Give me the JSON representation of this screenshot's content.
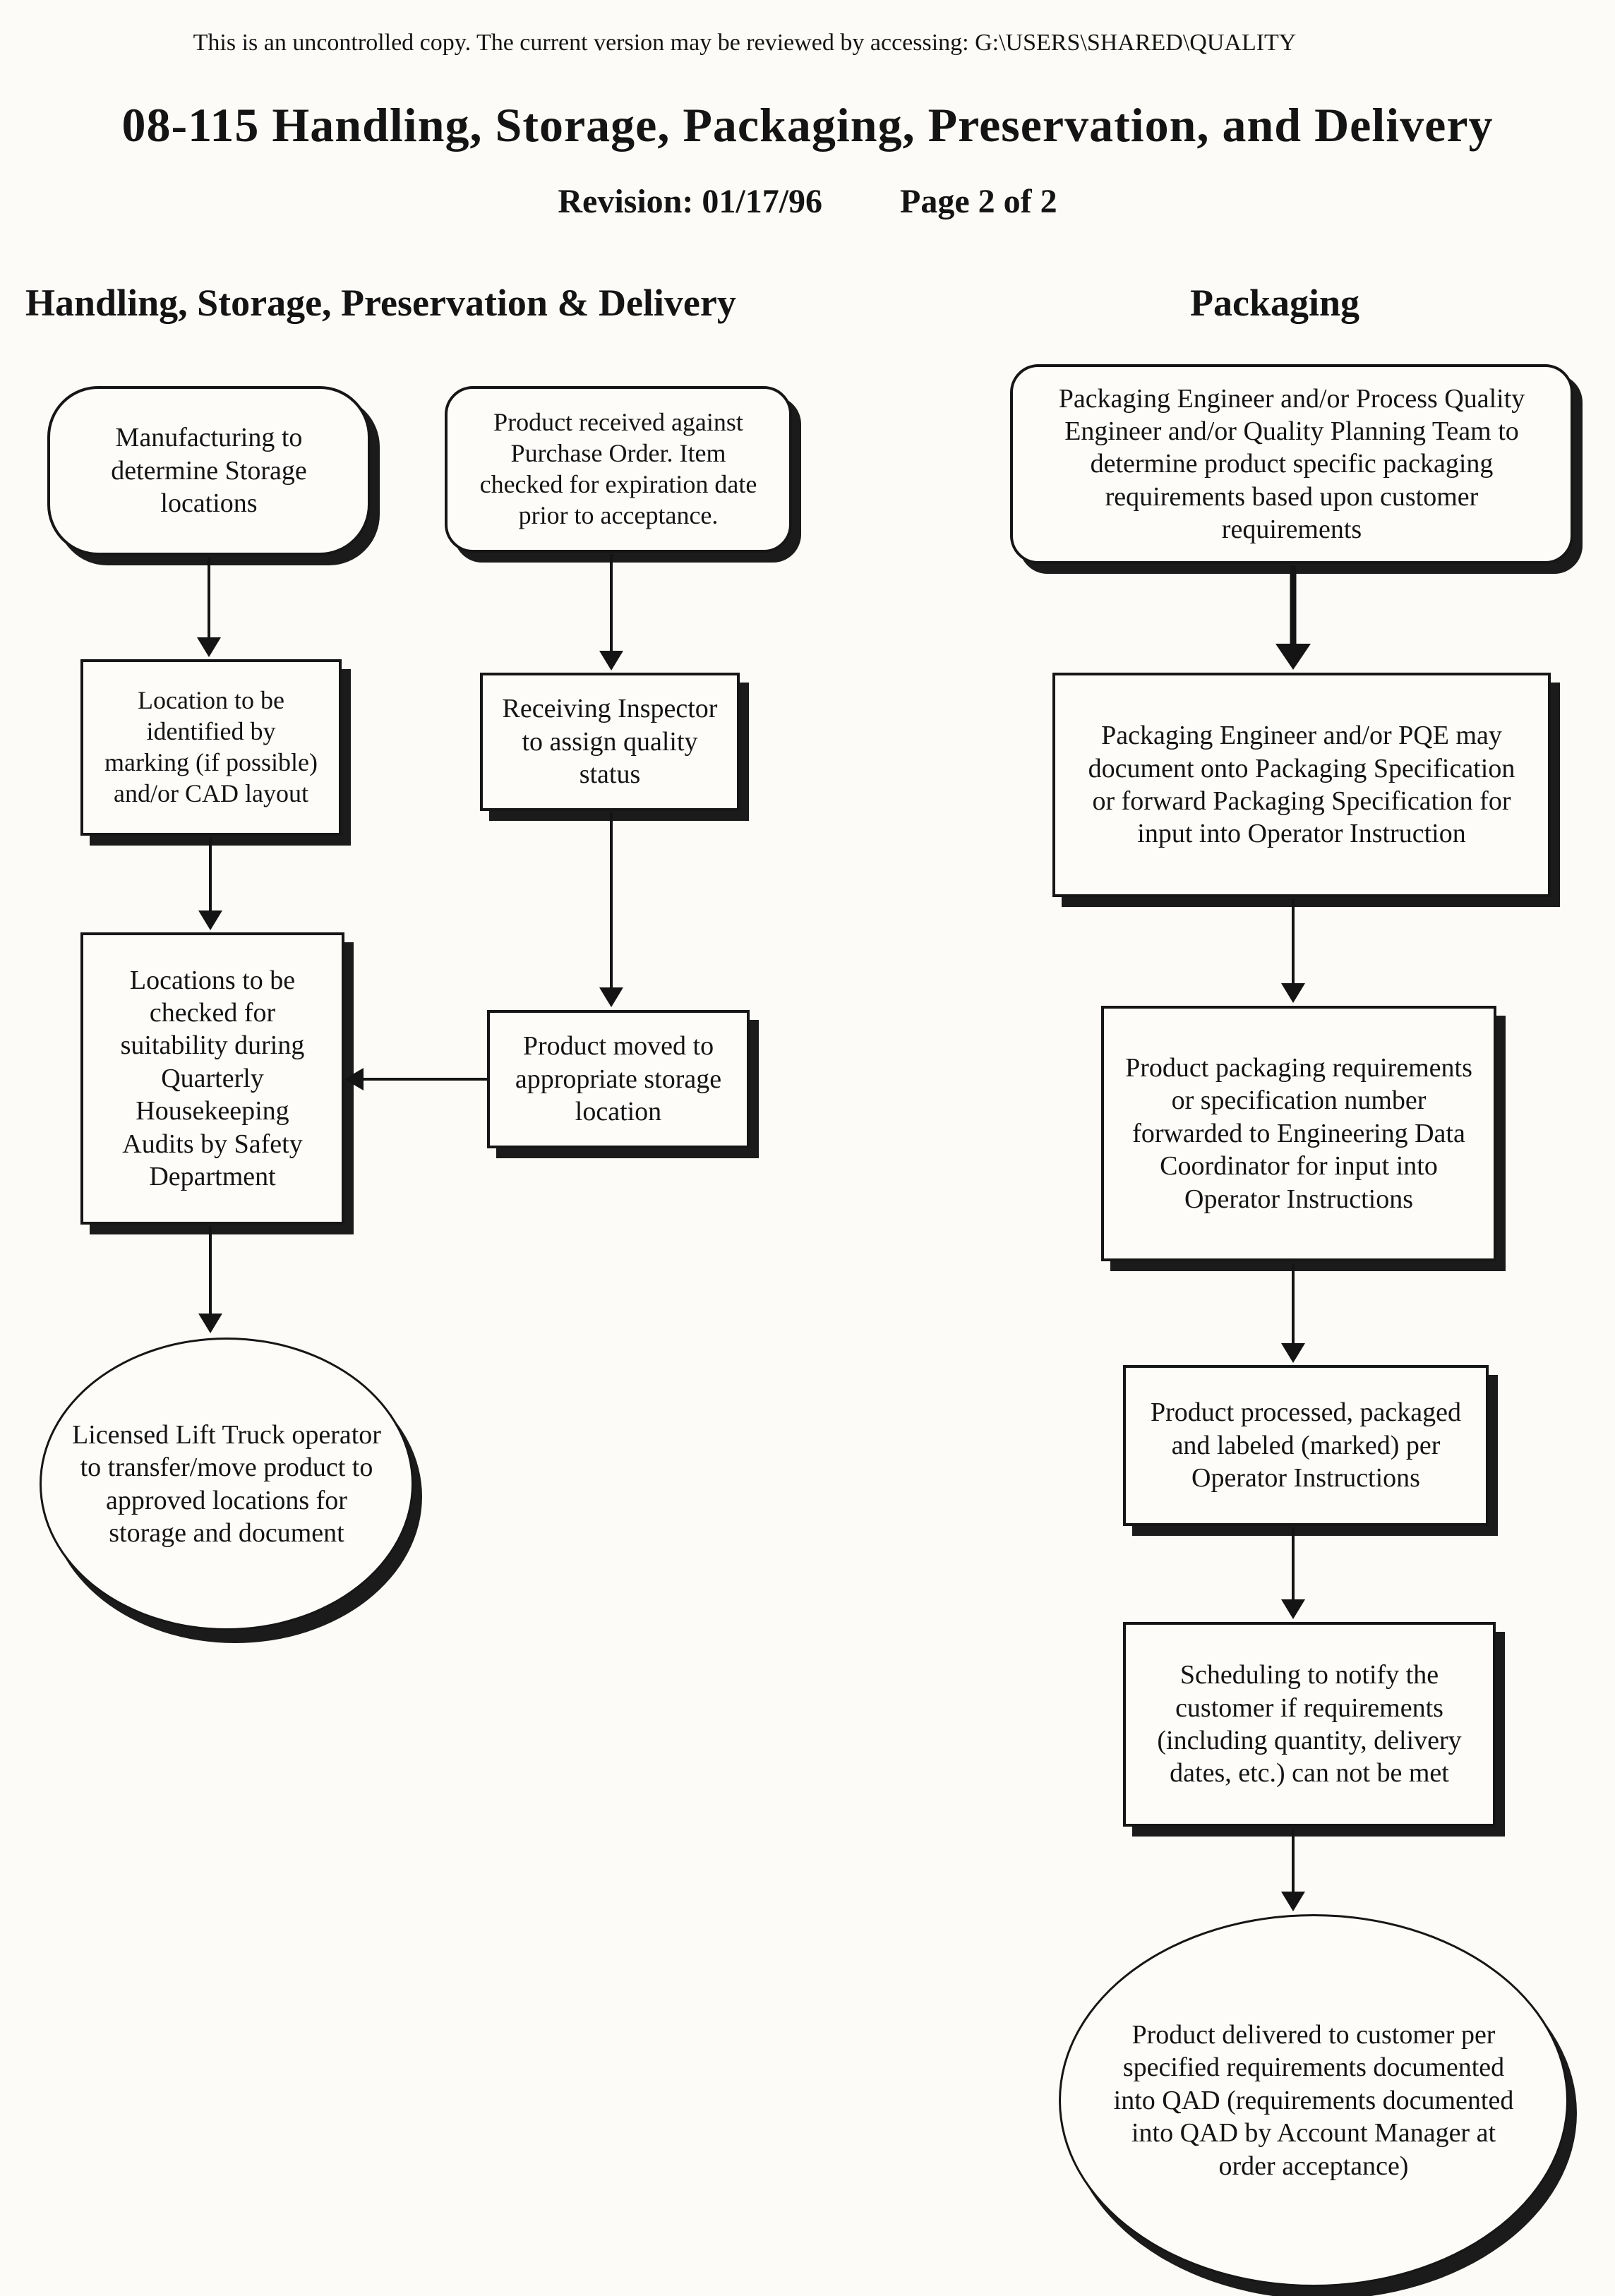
{
  "page": {
    "notice": "This is an uncontrolled copy.  The current version may be reviewed by accessing:  G:\\USERS\\SHARED\\QUALITY",
    "title": "08-115 Handling, Storage, Packaging, Preservation, and Delivery",
    "revision": "Revision:  01/17/96",
    "page_number": "Page 2 of 2"
  },
  "sections": {
    "handling": {
      "heading": "Handling, Storage, Preservation & Delivery"
    },
    "packaging": {
      "heading": "Packaging"
    }
  },
  "nodes": {
    "manufacturing": "Manufacturing to\ndetermine Storage\nlocations",
    "product_received": "Product received against\nPurchase Order. Item\nchecked for expiration date\nprior to acceptance.",
    "location_identified": "Location to be\nidentified by\nmarking (if possible)\nand/or CAD layout",
    "receiving_inspector": "Receiving Inspector\nto assign quality\nstatus",
    "locations_checked": "Locations to be\nchecked for\nsuitability during\nQuarterly\nHousekeeping\nAudits by Safety\nDepartment",
    "product_moved": "Product moved to\nappropriate storage\nlocation",
    "lift_truck": "Licensed Lift Truck operator\nto transfer/move product to\napproved locations for\nstorage and document",
    "pkg_determine": "Packaging Engineer and/or Process Quality\nEngineer and/or Quality Planning Team to\ndetermine product specific packaging\nrequirements based upon customer\nrequirements",
    "pkg_document": "Packaging Engineer and/or PQE may\ndocument onto Packaging Specification\nor forward Packaging Specification for\ninput into Operator Instruction",
    "pkg_forward": "Product packaging requirements\nor specification number\nforwarded to Engineering Data\nCoordinator for input into\nOperator Instructions",
    "pkg_processed": "Product processed, packaged\nand labeled (marked) per\nOperator Instructions",
    "scheduling": "Scheduling to notify the\ncustomer if requirements\n(including quantity, delivery\ndates, etc.) can not be met",
    "delivered": "Product delivered to customer per\nspecified requirements documented\ninto QAD (requirements documented\ninto QAD by Account Manager at\norder acceptance)"
  }
}
